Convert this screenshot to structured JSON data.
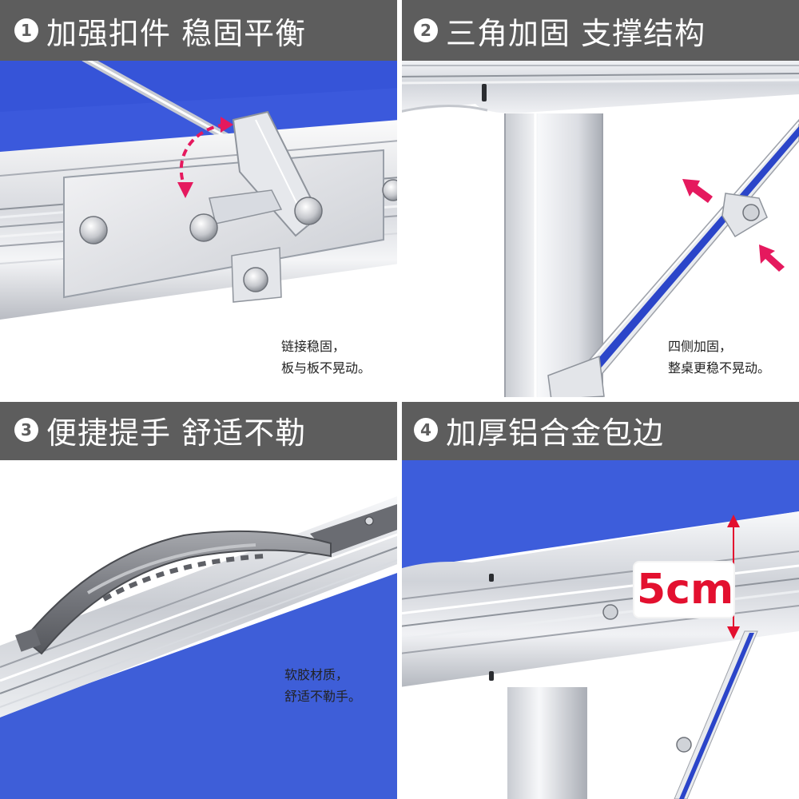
{
  "panels": [
    {
      "number": "1",
      "title": "加强扣件 稳固平衡",
      "caption": [
        "链接稳固，",
        "板与板不晃动。"
      ]
    },
    {
      "number": "2",
      "title": "三角加固 支撑结构",
      "caption": [
        "四侧加固，",
        "整桌更稳不晃动。"
      ]
    },
    {
      "number": "3",
      "title": "便捷提手 舒适不勒",
      "caption": [
        "软胶材质，",
        "舒适不勒手。"
      ]
    },
    {
      "number": "4",
      "title": "加厚铝合金包边",
      "measure_label": "5cm"
    }
  ],
  "colors": {
    "banner": "#5d5d5d",
    "table_blue": "#2d4fd6",
    "accent_red": "#e3102f",
    "arrow_pink": "#e5195e"
  },
  "icons": [
    "rotate-arrow-icon",
    "pointer-arrow-icon",
    "double-arrow-icon"
  ]
}
